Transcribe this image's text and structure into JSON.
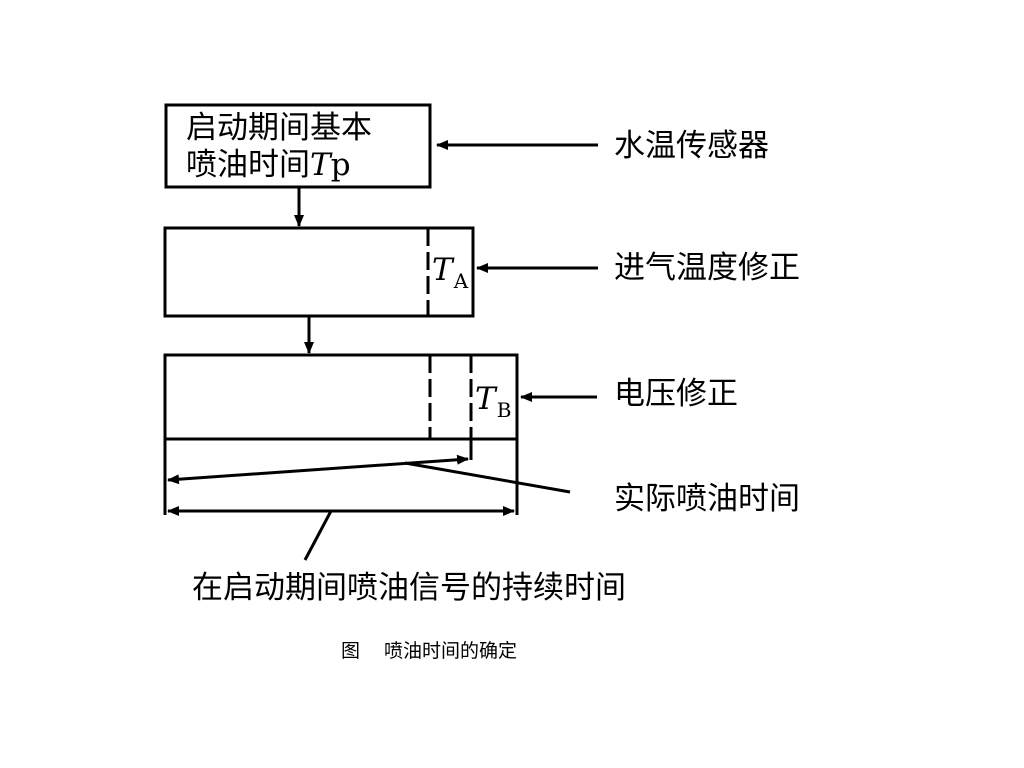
{
  "box1": {
    "line1": "启动期间基本",
    "line2_prefix": "喷油时间",
    "var": "T",
    "sub": "p"
  },
  "box2": {
    "var": "T",
    "sub": "A"
  },
  "box3": {
    "var": "T",
    "sub": "B"
  },
  "labels": {
    "water_temp_sensor": "水温传感器",
    "intake_temp_correction": "进气温度修正",
    "voltage_correction": "电压修正",
    "actual_injection_time": "实际喷油时间",
    "signal_duration": "在启动期间喷油信号的持续时间"
  },
  "caption": {
    "prefix": "图",
    "text": "喷油时间的确定"
  }
}
